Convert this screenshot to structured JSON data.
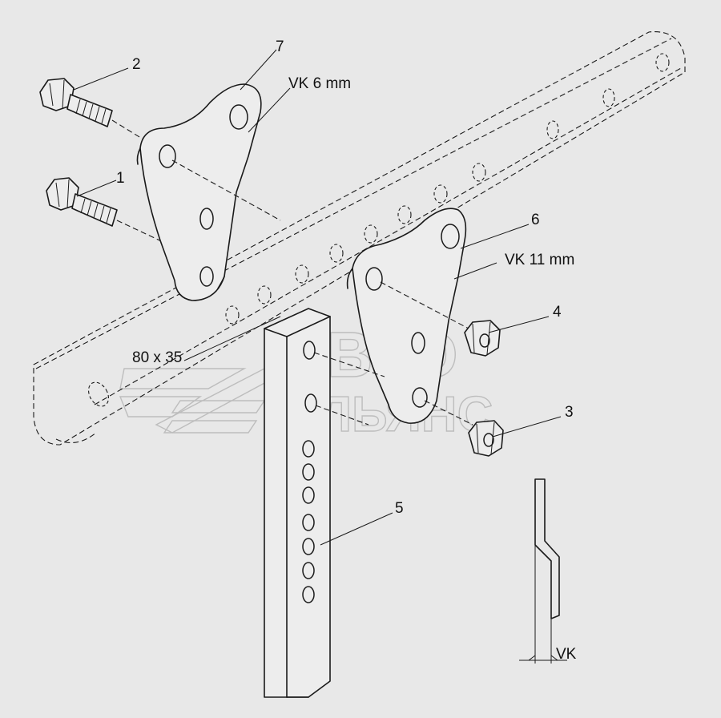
{
  "callouts": {
    "c1": "1",
    "c2": "2",
    "c3": "3",
    "c4": "4",
    "c5": "5",
    "c6": "6",
    "c7": "7"
  },
  "dimensions": {
    "vk6": "VK 6 mm",
    "vk11": "VK 11 mm",
    "section": "80 x 35",
    "vk_detail": "VK"
  },
  "watermark": {
    "line1": "АВТО",
    "line2": "АЛЬЯНС"
  },
  "colors": {
    "background": "#e8e8e8",
    "line": "#1a1a1a",
    "watermark": "#bdbdbd"
  }
}
